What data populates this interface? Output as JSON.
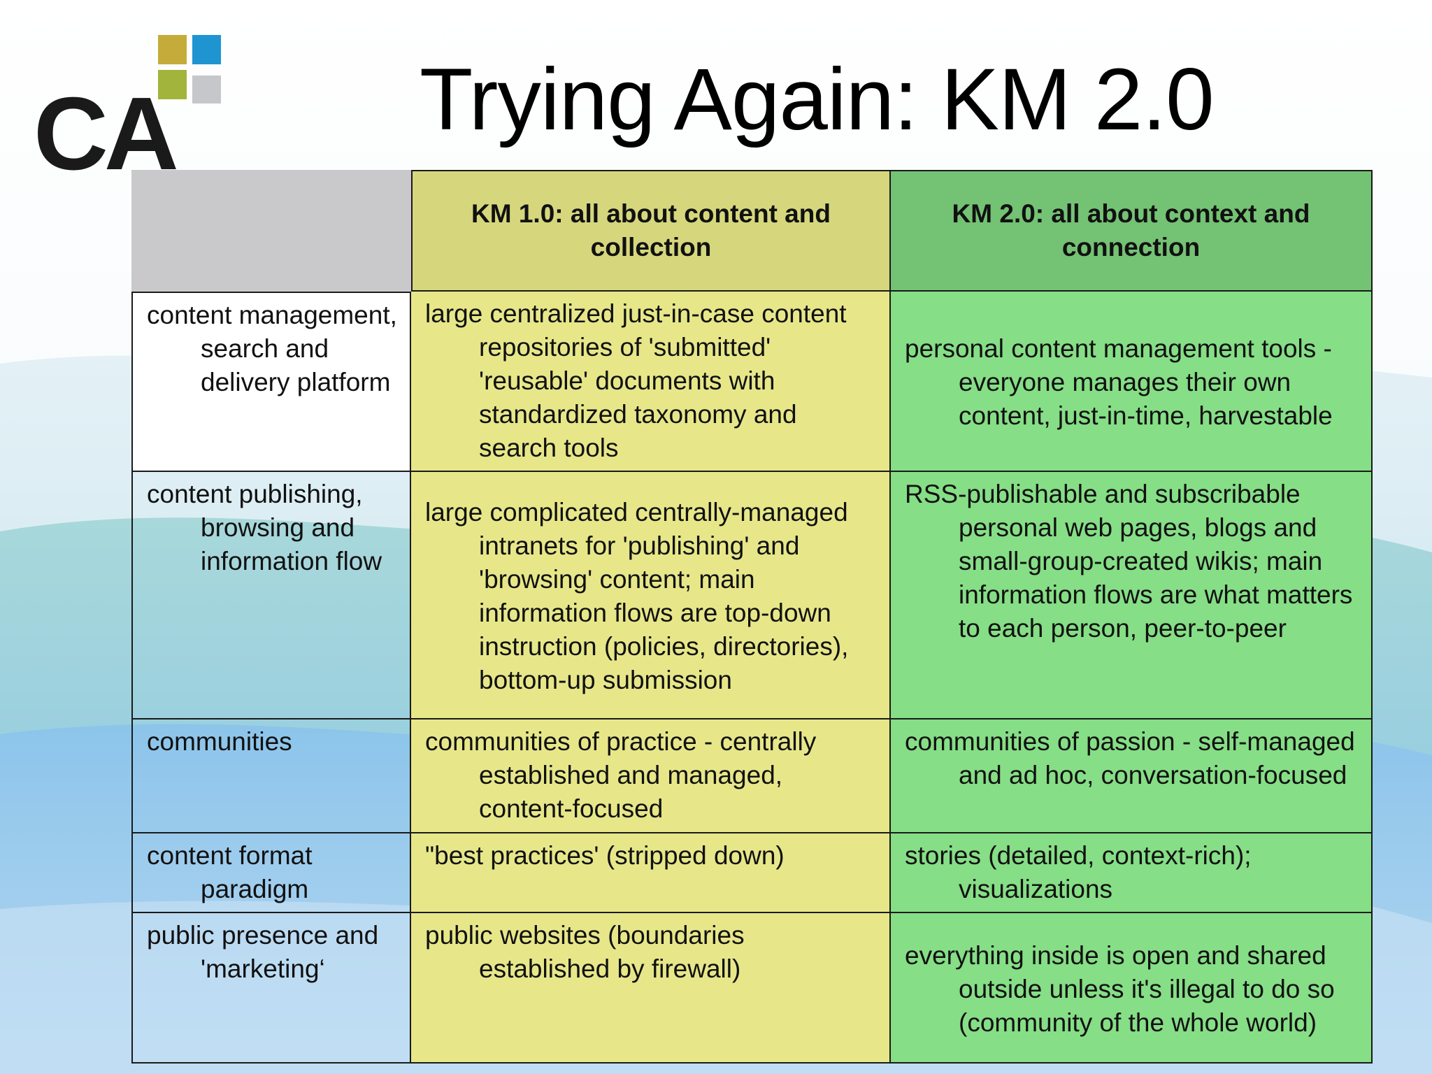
{
  "slide": {
    "title": "Trying Again: KM 2.0",
    "logo_text": "CA"
  },
  "table": {
    "headers": [
      "",
      "KM 1.0: all about content and collection",
      "KM 2.0: all about context and connection"
    ],
    "rows": [
      {
        "topic": "content management, search and delivery platform",
        "km1": "large centralized just-in-case content repositories of 'submitted' 'reusable' documents with standardized taxonomy and search tools",
        "km2": "personal content management tools - everyone manages their own content, just-in-time, harvestable"
      },
      {
        "topic": "content publishing, browsing and information flow",
        "km1": "large complicated centrally-managed intranets for 'publishing' and 'browsing' content; main information flows are top-down instruction (policies, directories), bottom-up submission",
        "km2": "RSS-publishable and subscribable personal web pages, blogs and small-group-created wikis; main information flows are what matters to each person, peer-to-peer"
      },
      {
        "topic": "communities",
        "km1": "communities of practice - centrally established and managed, content-focused",
        "km2": "communities of passion - self-managed and ad hoc, conversation-focused"
      },
      {
        "topic": "content format paradigm",
        "km1": "\"best practices' (stripped down)",
        "km2": "stories (detailed, context-rich); visualizations"
      },
      {
        "topic": "public presence and 'marketing‘",
        "km1": "public websites (boundaries established by firewall)",
        "km2": "everything inside is open and shared outside unless it's illegal to do so (community of the whole world)"
      }
    ]
  },
  "colors": {
    "km1_header": "#d6d77d",
    "km1_cell": "#e7e78a",
    "km2_header": "#74c274",
    "km2_cell": "#86de86",
    "corner_header": "#c9c9cc"
  }
}
